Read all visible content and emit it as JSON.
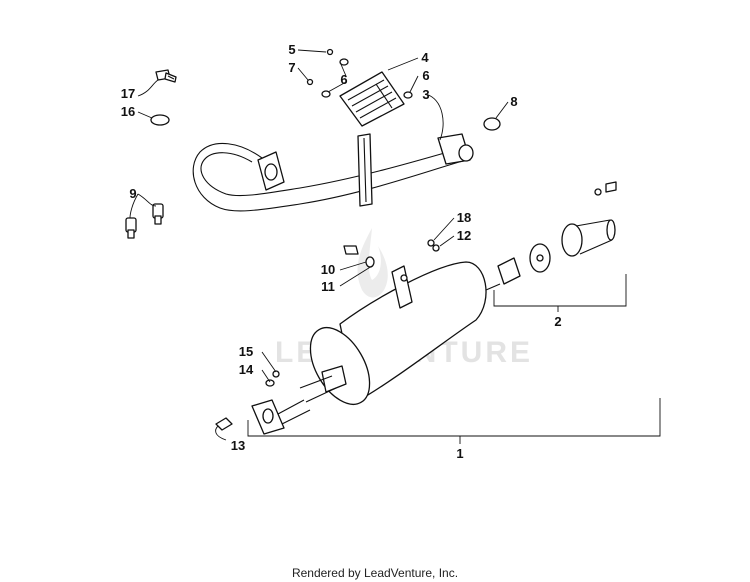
{
  "diagram": {
    "watermark": "LEADVENTURE",
    "callouts": {
      "c1": "1",
      "c2": "2",
      "c3": "3",
      "c4": "4",
      "c5": "5",
      "c6a": "6",
      "c6b": "6",
      "c7": "7",
      "c8": "8",
      "c9": "9",
      "c10": "10",
      "c11": "11",
      "c12": "12",
      "c13": "13",
      "c14": "14",
      "c15": "15",
      "c16": "16",
      "c17": "17",
      "c18": "18"
    }
  },
  "footer": {
    "credit": "Rendered by LeadVenture, Inc."
  }
}
